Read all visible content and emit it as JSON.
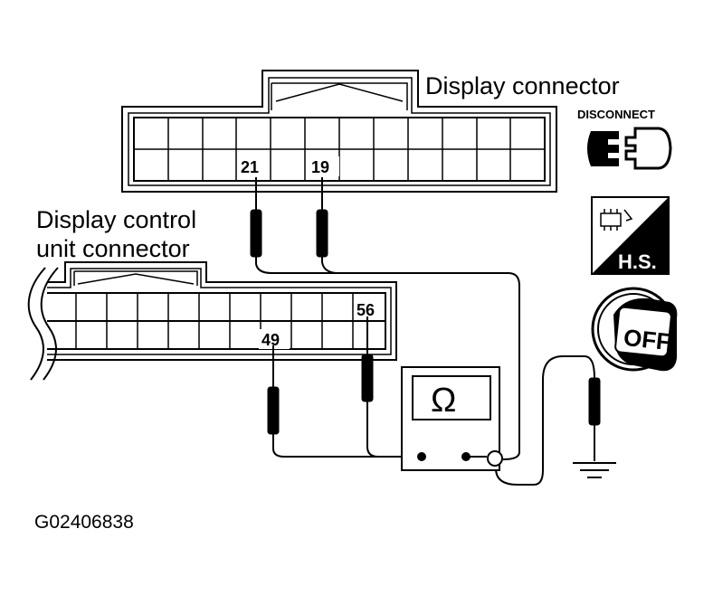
{
  "labels": {
    "display_connector": "Display connector",
    "control_unit_line1": "Display control",
    "control_unit_line2": "unit connector",
    "disconnect": "DISCONNECT",
    "hs": "H.S.",
    "off": "OFF",
    "ohm": "Ω",
    "figure_code": "G02406838"
  },
  "pins": {
    "display_a": "21",
    "display_b": "19",
    "control_a": "49",
    "control_b": "56"
  }
}
